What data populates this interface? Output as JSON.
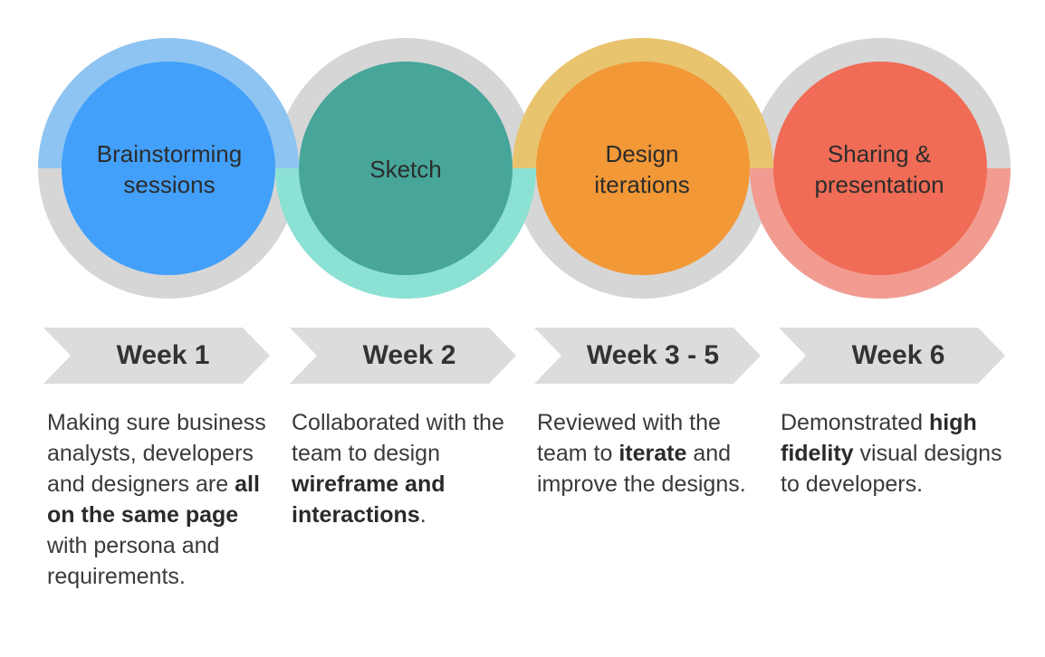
{
  "colors": {
    "ring_gray": "#d6d6d6",
    "arrow_gray": "#dcdcdc",
    "text_dark": "#2c2c2c"
  },
  "steps": [
    {
      "circle_label_line1": "Brainstorming",
      "circle_label_line2": "sessions",
      "circle_color": "#42a0fa",
      "accent_color": "#8ec4f2",
      "week": "Week 1",
      "description": [
        {
          "text": "Making sure business analysts, developers and designers are ",
          "bold": false
        },
        {
          "text": "all on the same page",
          "bold": true
        },
        {
          "text": " with persona and requirements.",
          "bold": false
        }
      ]
    },
    {
      "circle_label_line1": "Sketch",
      "circle_label_line2": "",
      "circle_color": "#47a59a",
      "accent_color": "#8be1d4",
      "week": "Week 2",
      "description": [
        {
          "text": "Collaborated with the team to design ",
          "bold": false
        },
        {
          "text": "wireframe and interactions",
          "bold": true
        },
        {
          "text": ".",
          "bold": false
        }
      ]
    },
    {
      "circle_label_line1": "Design",
      "circle_label_line2": "iterations",
      "circle_color": "#f29837",
      "accent_color": "#e9c46e",
      "week": "Week 3 - 5",
      "description": [
        {
          "text": "Reviewed with the team to ",
          "bold": false
        },
        {
          "text": "iterate",
          "bold": true
        },
        {
          "text": " and improve the designs.",
          "bold": false
        }
      ]
    },
    {
      "circle_label_line1": "Sharing &",
      "circle_label_line2": "presentation",
      "circle_color": "#f06c56",
      "accent_color": "#f29c91",
      "week": "Week 6",
      "description": [
        {
          "text": "Demonstrated ",
          "bold": false
        },
        {
          "text": "high fidelity",
          "bold": true
        },
        {
          "text": " visual designs to developers.",
          "bold": false
        }
      ]
    }
  ]
}
